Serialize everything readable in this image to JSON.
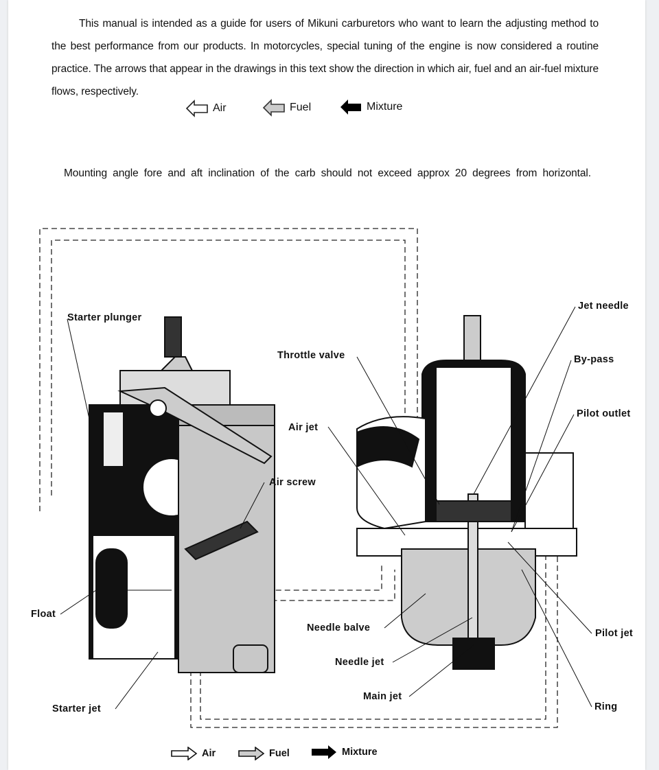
{
  "intro": {
    "paragraph": "This manual is intended as a guide for users of Mikuni carburetors who want to learn the adjusting method to the best performance from our products.  In motorcycles, special tuning of the engine is now considered a routine practice.  The arrows that appear in the drawings in this text show the direction in which air, fuel and an air-fuel mixture flows, respectively."
  },
  "legend_top": [
    {
      "icon": "air-arrow-left-icon",
      "label": "Air"
    },
    {
      "icon": "fuel-arrow-left-icon",
      "label": "Fuel"
    },
    {
      "icon": "mixture-arrow-left-icon",
      "label": "Mixture"
    }
  ],
  "mounting": {
    "paragraph": "Mounting angle fore and aft inclination of the carb should not exceed approx 20 degrees from horizontal."
  },
  "diagram": {
    "labels": {
      "starter_plunger": "Starter plunger",
      "throttle_valve": "Throttle valve",
      "air_jet": "Air jet",
      "air_screw": "Air screw",
      "float": "Float",
      "needle_balve": "Needle balve",
      "needle_jet": "Needle jet",
      "main_jet": "Main jet",
      "starter_jet": "Starter jet",
      "jet_needle": "Jet needle",
      "by_pass": "By-pass",
      "pilot_outlet": "Pilot outlet",
      "pilot_jet": "Pilot jet",
      "ring": "Ring"
    }
  },
  "legend_bottom": [
    {
      "icon": "air-arrow-right-icon",
      "label": "Air"
    },
    {
      "icon": "fuel-arrow-right-icon",
      "label": "Fuel"
    },
    {
      "icon": "mixture-arrow-right-icon",
      "label": "Mixture"
    }
  ]
}
